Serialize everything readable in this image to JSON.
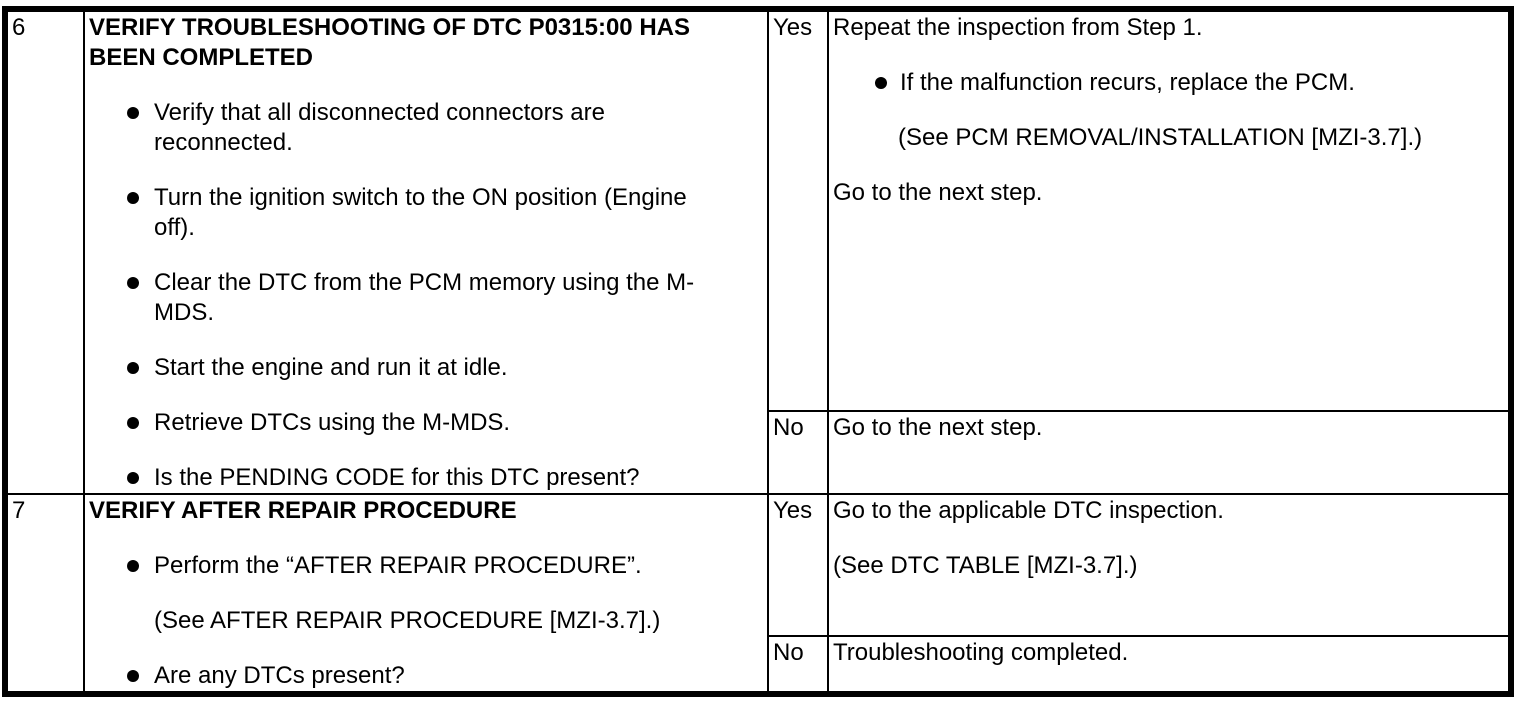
{
  "steps": [
    {
      "step_no": "6",
      "action": {
        "title": "VERIFY TROUBLESHOOTING OF DTC P0315:00 HAS BEEN COMPLETED",
        "bullets": [
          "Verify that all disconnected connectors are reconnected.",
          "Turn the ignition switch to the ON position (Engine off).",
          "Clear the DTC from the PCM memory using the M-MDS.",
          "Start the engine and run it at idle.",
          "Retrieve DTCs using the M-MDS.",
          "Is the PENDING CODE for this DTC present?"
        ]
      },
      "yes": {
        "label": "Yes",
        "intro": "Repeat the inspection from Step 1.",
        "bullet": "If the malfunction recurs, replace the PCM.",
        "note": "(See PCM REMOVAL/INSTALLATION [MZI-3.7].)",
        "outro": "Go to the next step."
      },
      "no": {
        "label": "No",
        "text": "Go to the next step."
      }
    },
    {
      "step_no": "7",
      "action": {
        "title": "VERIFY AFTER REPAIR PROCEDURE",
        "bullets": [
          "Perform the “AFTER REPAIR PROCEDURE”.",
          "Are any DTCs present?"
        ],
        "note": "(See AFTER REPAIR PROCEDURE [MZI-3.7].)"
      },
      "yes": {
        "label": "Yes",
        "line1": "Go to the applicable DTC inspection.",
        "line2": "(See DTC TABLE [MZI-3.7].)"
      },
      "no": {
        "label": "No",
        "text": "Troubleshooting completed."
      }
    }
  ]
}
